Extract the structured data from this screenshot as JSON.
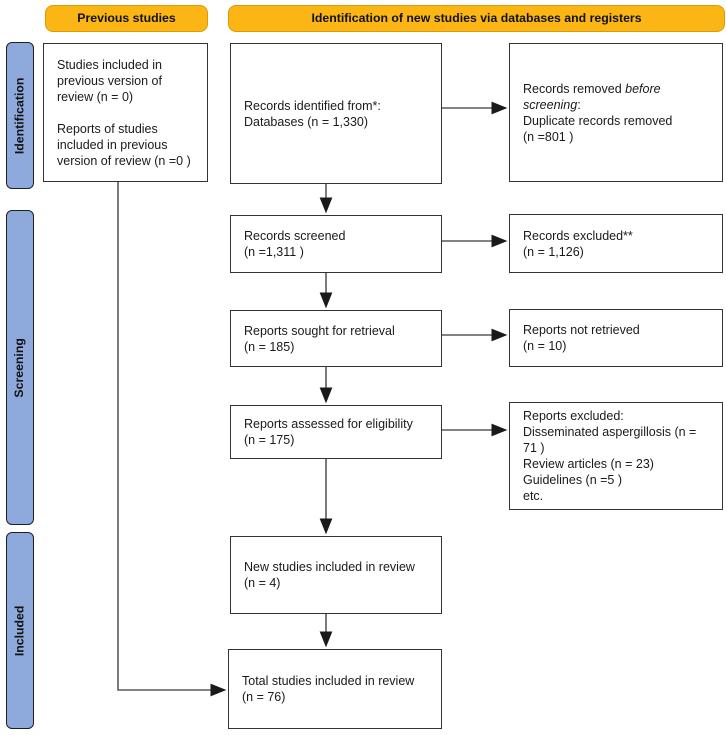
{
  "headers": {
    "previous_studies": "Previous studies",
    "identification": "Identification of new studies via databases and registers"
  },
  "sidebar": {
    "identification": "Identification",
    "screening": "Screening",
    "included": "Included"
  },
  "boxes": {
    "previous_review": {
      "line1": "Studies included in previous version of review (n = 0)",
      "line2": "Reports of studies included in previous version of review (n =0 )"
    },
    "records_identified": {
      "line1": "Records identified from*:",
      "line2": "Databases (n = 1,330)"
    },
    "records_removed": {
      "prefix": "Records removed ",
      "italic": "before screening",
      "suffix": ":",
      "line2": "Duplicate records removed",
      "line3": "(n =801 )"
    },
    "records_screened": {
      "line1": "Records screened",
      "line2": "(n =1,311 )"
    },
    "records_excluded": {
      "line1": "Records excluded**",
      "line2": "(n = 1,126)"
    },
    "reports_sought": {
      "line1": "Reports sought for retrieval",
      "line2": "(n = 185)"
    },
    "reports_not_retrieved": {
      "line1": "Reports not retrieved",
      "line2": "(n = 10)"
    },
    "reports_assessed": {
      "line1": "Reports assessed for eligibility",
      "line2": "(n = 175)"
    },
    "reports_excluded": {
      "title": "Reports excluded:",
      "items": [
        "Disseminated aspergillosis (n = 71 )",
        "Review articles  (n = 23)",
        "Guidelines (n =5 )",
        "etc."
      ]
    },
    "new_studies": {
      "line1": "New studies included in review",
      "line2": "(n = 4)"
    },
    "total_studies": {
      "line1": "Total studies included in review",
      "line2": "(n = 76)"
    }
  },
  "colors": {
    "header_yellow": "#FBB615",
    "sidebar_blue": "#8EA9DB"
  }
}
